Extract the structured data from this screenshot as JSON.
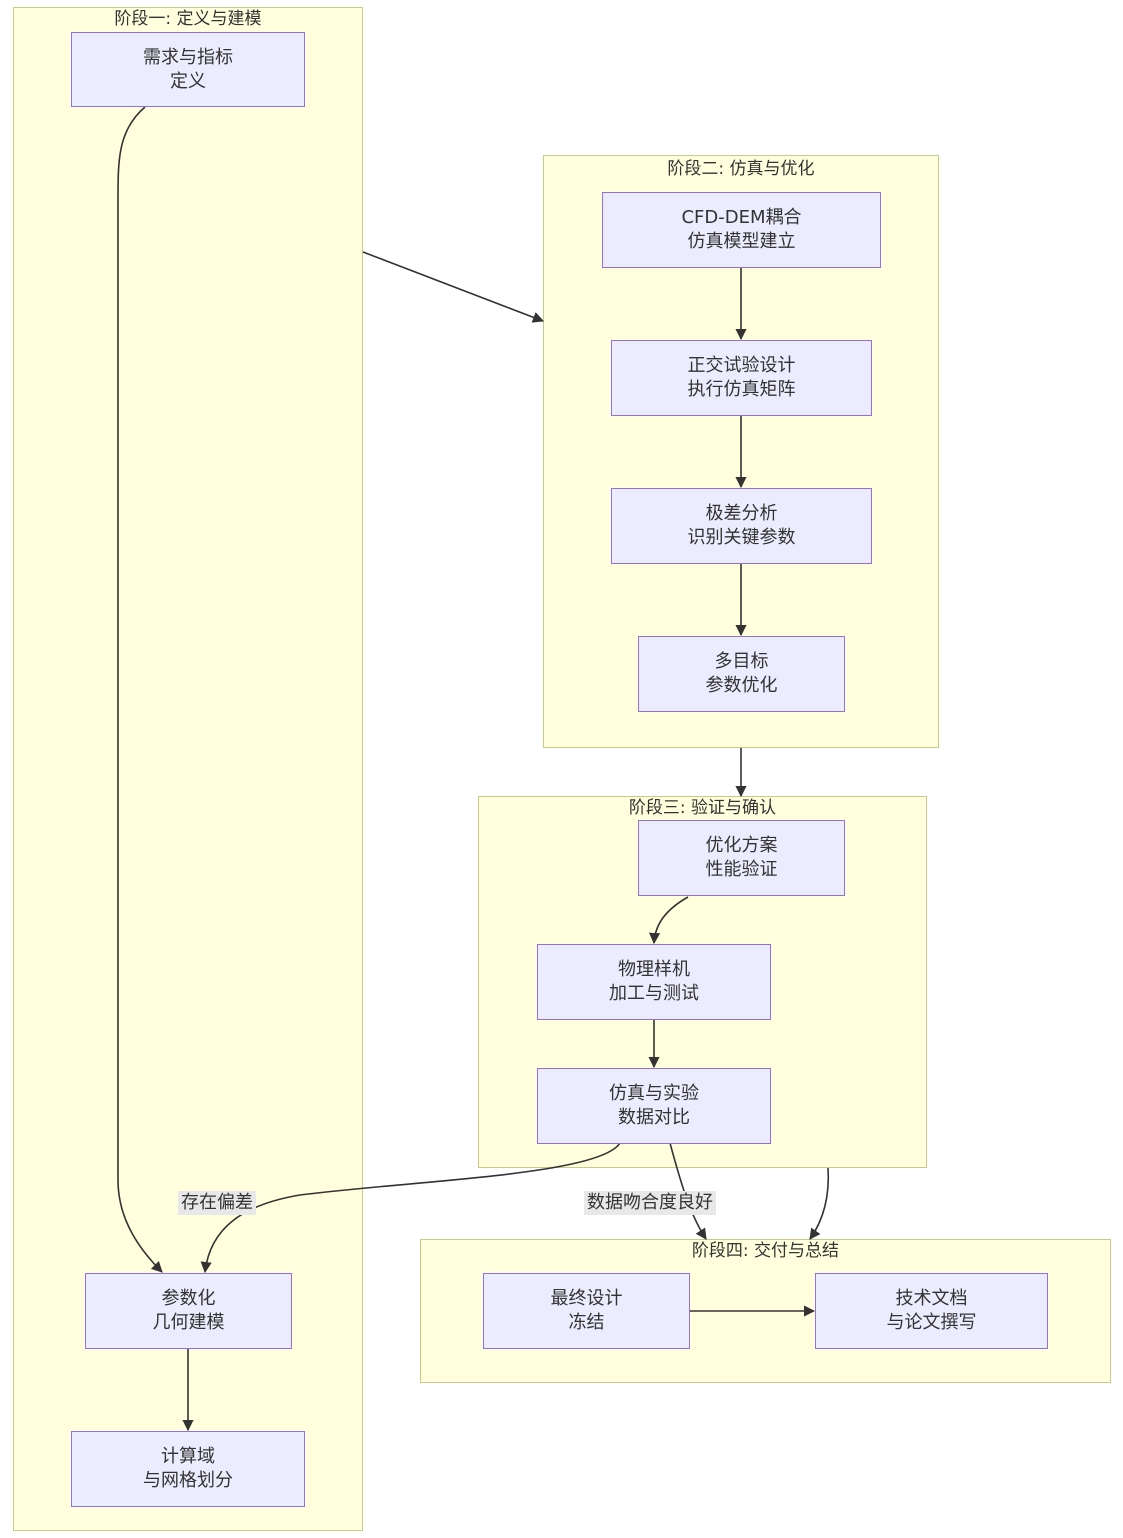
{
  "stages": {
    "s1": {
      "title": "阶段一: 定义与建模"
    },
    "s2": {
      "title": "阶段二: 仿真与优化"
    },
    "s3": {
      "title": "阶段三: 验证与确认"
    },
    "s4": {
      "title": "阶段四: 交付与总结"
    }
  },
  "nodes": {
    "req": {
      "l1": "需求与指标",
      "l2": "定义"
    },
    "param": {
      "l1": "参数化",
      "l2": "几何建模"
    },
    "mesh": {
      "l1": "计算域",
      "l2": "与网格划分"
    },
    "cfd": {
      "l1": "CFD-DEM耦合",
      "l2": "仿真模型建立"
    },
    "ortho": {
      "l1": "正交试验设计",
      "l2": "执行仿真矩阵"
    },
    "range": {
      "l1": "极差分析",
      "l2": "识别关键参数"
    },
    "multi": {
      "l1": "多目标",
      "l2": "参数优化"
    },
    "verify": {
      "l1": "优化方案",
      "l2": "性能验证"
    },
    "proto": {
      "l1": "物理样机",
      "l2": "加工与测试"
    },
    "compare": {
      "l1": "仿真与实验",
      "l2": "数据对比"
    },
    "freeze": {
      "l1": "最终设计",
      "l2": "冻结"
    },
    "docs": {
      "l1": "技术文档",
      "l2": "与论文撰写"
    }
  },
  "edge_labels": {
    "deviation": "存在偏差",
    "good_fit": "数据吻合度良好"
  }
}
